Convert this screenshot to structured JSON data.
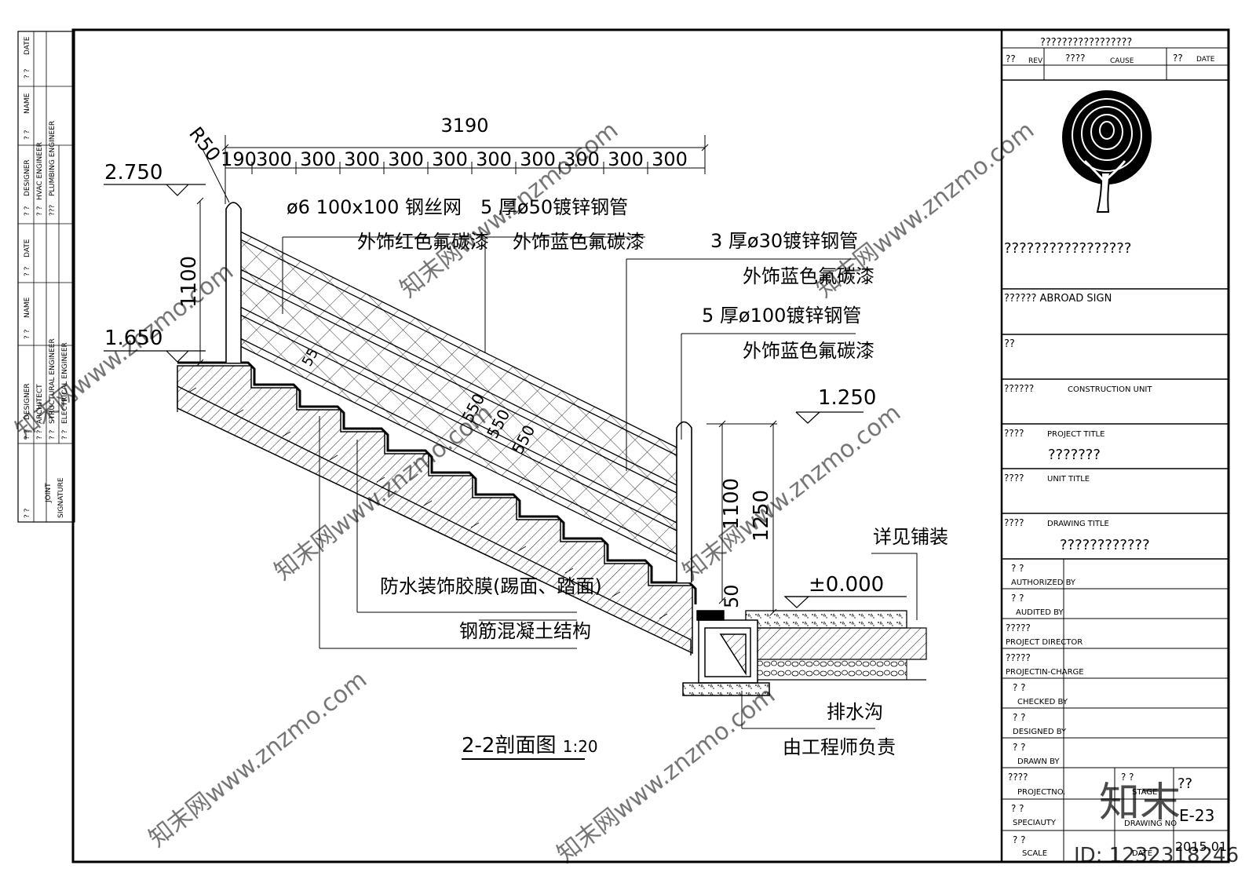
{
  "left_strip": {
    "row1": [
      "? ?",
      "DATE"
    ],
    "row2": [
      "? ?",
      "NAME"
    ],
    "row3": [
      "? ?",
      "HVAC ENGINEER",
      "???",
      "PLUMBING ENGINEER"
    ],
    "row4": [
      "? ?",
      "DESIGNER"
    ],
    "row5": [
      "? ?",
      "DATE"
    ],
    "row6": [
      "? ?",
      "NAME"
    ],
    "row7": [
      "? ?",
      "ARCHITECT",
      "? ?",
      "STRUCTURAL ENGINEER",
      "? ?",
      "ELECTRICAL ENGINEER"
    ],
    "row8": [
      "? ?",
      "DESIGNER"
    ],
    "joint": [
      "? ?",
      "JOINT",
      "SIGNATURE"
    ]
  },
  "drawing": {
    "dim_total": "3190",
    "dim_segments": [
      "190",
      "300",
      "300",
      "300",
      "300",
      "300",
      "300",
      "300",
      "300",
      "300",
      "300"
    ],
    "radius_label": "R50",
    "elev_top": "2.750",
    "elev_mid": "1.650",
    "elev_right": "1.250",
    "elev_ground": "±0.000",
    "dim_height_left": "1100",
    "dim_height_right_1": "1100",
    "dim_height_right_2": "1250",
    "dim_50": "50",
    "mesh_dims": [
      "550",
      "550",
      "550"
    ],
    "callouts": {
      "mesh_1": "ø6  100x100  钢丝网",
      "mesh_2": "外饰红色氟碳漆",
      "pipe50_1": "5  厚ø50镀锌钢管",
      "pipe50_2": "外饰蓝色氟碳漆",
      "pipe30_1": "3  厚ø30镀锌钢管",
      "pipe30_2": "外饰蓝色氟碳漆",
      "pipe100_1": "5  厚ø100镀锌钢管",
      "pipe100_2": "外饰蓝色氟碳漆",
      "paving": "详见铺装",
      "waterproof": "防水装饰胶膜(踢面、踏面)",
      "concrete": "钢筋混凝土结构",
      "drain": "排水沟",
      "engineer": "由工程师负责"
    },
    "title": "2-2剖面图",
    "scale": "1:20"
  },
  "title_block": {
    "header": "?????????????????",
    "rev_no": "??",
    "rev": "REV",
    "cause_cn": "????",
    "cause": "CAUSE",
    "date_cn": "??",
    "date": "DATE",
    "company": "?????????????????",
    "abroad_sign": "?????? ABROAD SIGN",
    "misc": "??",
    "construction_cn": "??????",
    "construction": "CONSTRUCTION UNIT",
    "project_cn": "????",
    "project": "PROJECT TITLE",
    "project_value": "???????",
    "unit_cn": "????",
    "unit": "UNIT TITLE",
    "drawing_cn": "????",
    "drawing": "DRAWING TITLE",
    "drawing_value": "????????????",
    "authorized_cn": "?   ?",
    "authorized": "AUTHORIZED BY",
    "audited_cn": "?   ?",
    "audited": "AUDITED BY",
    "director_cn": "?????",
    "director": "PROJECT DIRECTOR",
    "incharge_cn": "?????",
    "incharge": "PROJECTIN-CHARGE",
    "checked_cn": "?   ?",
    "checked": "CHECKED BY",
    "designed_cn": "?   ?",
    "designed": "DESIGNED BY",
    "drawn_cn": "?   ?",
    "drawn": "DRAWN BY",
    "projectno_cn": "????",
    "projectno": "PROJECTNO.",
    "stage_cn": "?   ?",
    "stage": "STAGE",
    "stage_value": "??",
    "specialty_cn": "?   ?",
    "specialty": "SPECIAUTY",
    "drawingno": "DRAWING NO",
    "drawingno_value": "E-23",
    "scale_cn": "?   ?",
    "scale": "SCALE",
    "date2": "DATE",
    "date2_value": "2015.01"
  },
  "watermark": {
    "url": "知末网www.znzmo.com",
    "brand": "知末",
    "id": "ID: 1232318246"
  }
}
